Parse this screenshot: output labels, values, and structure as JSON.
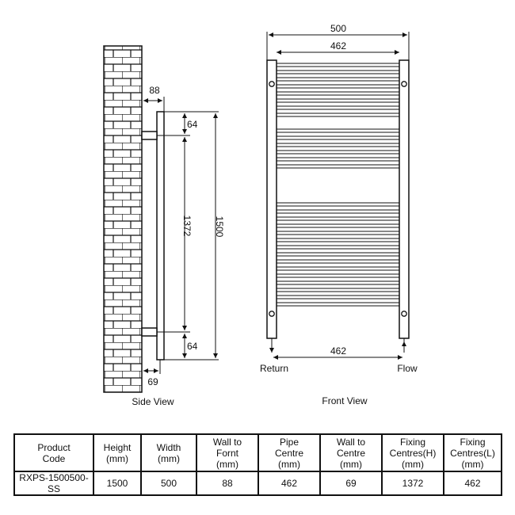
{
  "labels": {
    "side_view": "Side View",
    "front_view": "Front View",
    "return": "Return",
    "flow": "Flow"
  },
  "dimensions": {
    "overall_width": "500",
    "bar_width": "462",
    "pipe_centres": "462",
    "wall_to_front": "88",
    "wall_to_centre": "69",
    "top_offset": "64",
    "bottom_offset": "64",
    "fixing_centres": "1372",
    "height": "1500"
  },
  "table": {
    "headers": [
      "Product\nCode",
      "Height\n(mm)",
      "Width\n(mm)",
      "Wall to\nFornt\n(mm)",
      "Pipe\nCentre\n(mm)",
      "Wall to\nCentre\n(mm)",
      "Fixing\nCentres(H)\n(mm)",
      "Fixing\nCentres(L)\n(mm)"
    ],
    "row": [
      "RXPS-1500500-SS",
      "1500",
      "500",
      "88",
      "462",
      "69",
      "1372",
      "462"
    ]
  },
  "colors": {
    "line": "#111111",
    "background": "#ffffff"
  }
}
